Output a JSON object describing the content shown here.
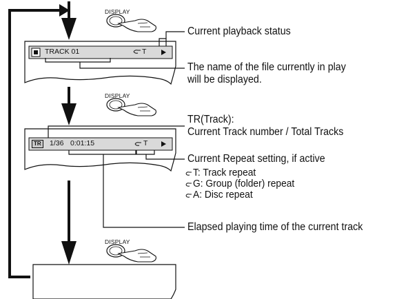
{
  "display_button_label": "DISPLAY",
  "screen1": {
    "track_text": "TRACK 01",
    "repeat_text": "T",
    "play_icon": "play-icon",
    "disc_icon": "disc-icon"
  },
  "screen2": {
    "badge": "TR",
    "track_count": "1/36",
    "time": "0:01:15",
    "repeat_text": "T",
    "play_icon": "play-icon"
  },
  "callouts": {
    "status": "Current playback status",
    "filename_line1": "The name of the file currently in play",
    "filename_line2": "will be displayed.",
    "track_line1": "TR(Track):",
    "track_line2": "Current Track number / Total Tracks",
    "repeat_title": "Current Repeat setting, if active",
    "repeat_t": "T: Track repeat",
    "repeat_g": "G: Group (folder) repeat",
    "repeat_a": "A: Disc repeat",
    "elapsed": "Elapsed playing time of the current track"
  },
  "repeat_symbol": "repeat-arrow-icon"
}
